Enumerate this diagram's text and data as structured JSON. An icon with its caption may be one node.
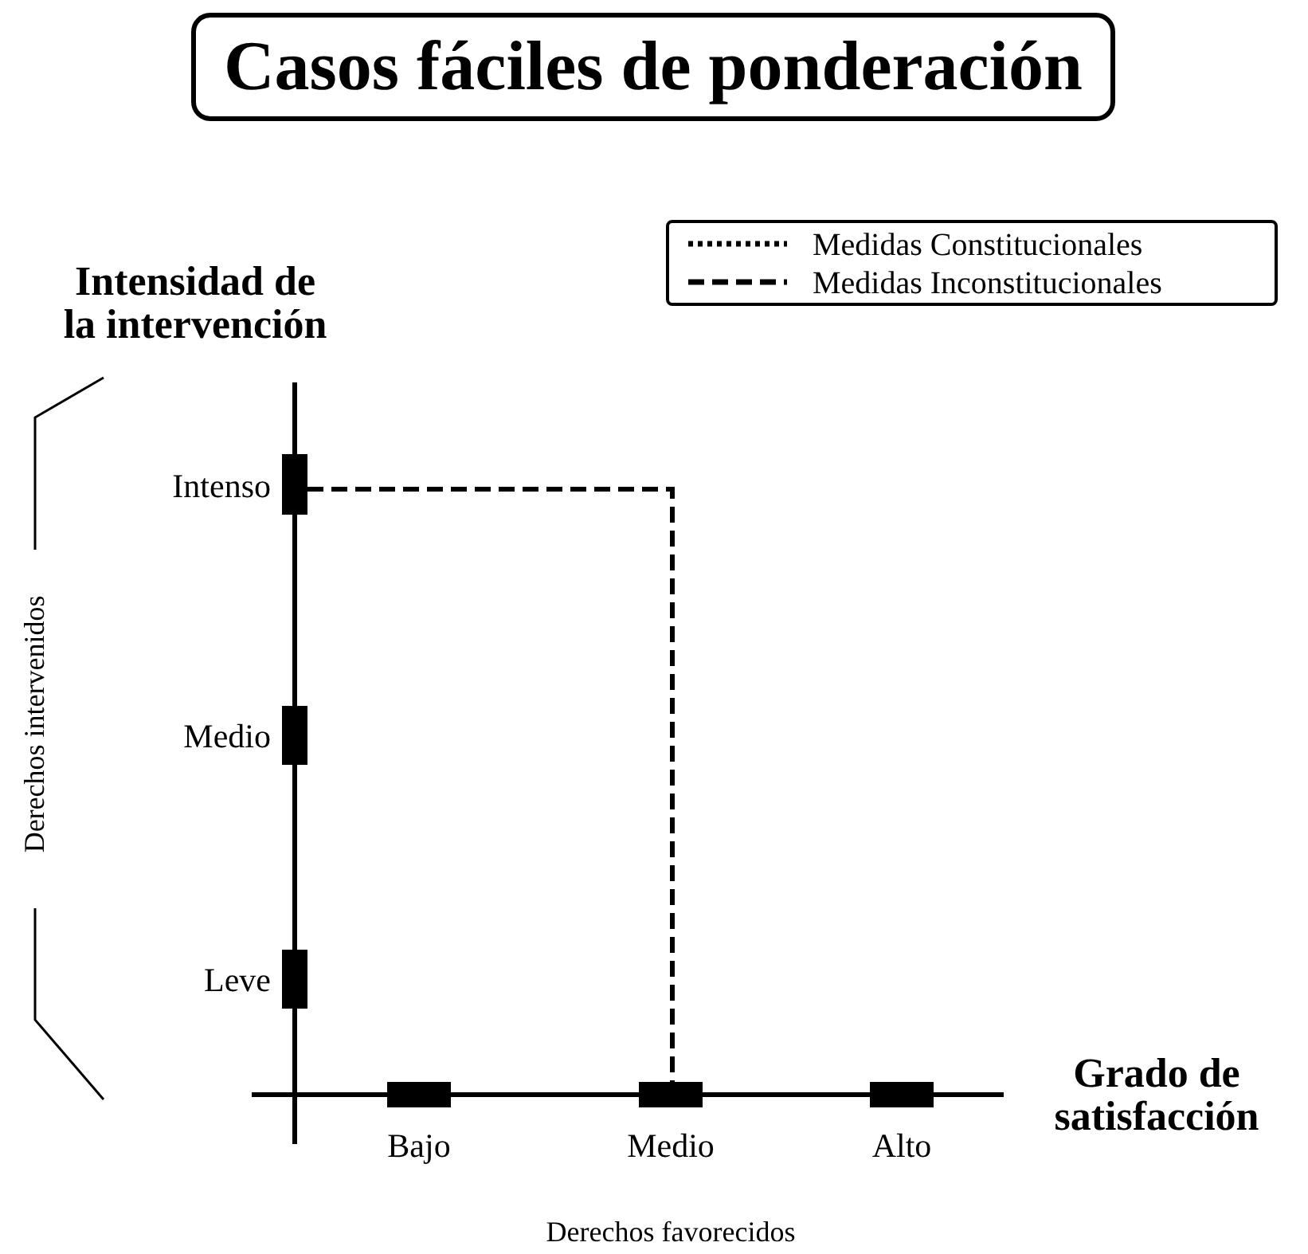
{
  "diagram": {
    "title": "Casos fáciles de ponderación",
    "labels": [
      "Intensidad de la intervención",
      "Intenso",
      "Medio",
      "Derechos intervenidos",
      "Leve",
      "Grado de satisfacción",
      "Bajo",
      "Medio",
      "Alto",
      "Derechos favorecidos"
    ],
    "legend": [
      {
        "text": "Medidas Constitucionales"
      },
      {
        "text": "Medidas Inconstitucionales"
      }
    ]
  }
}
